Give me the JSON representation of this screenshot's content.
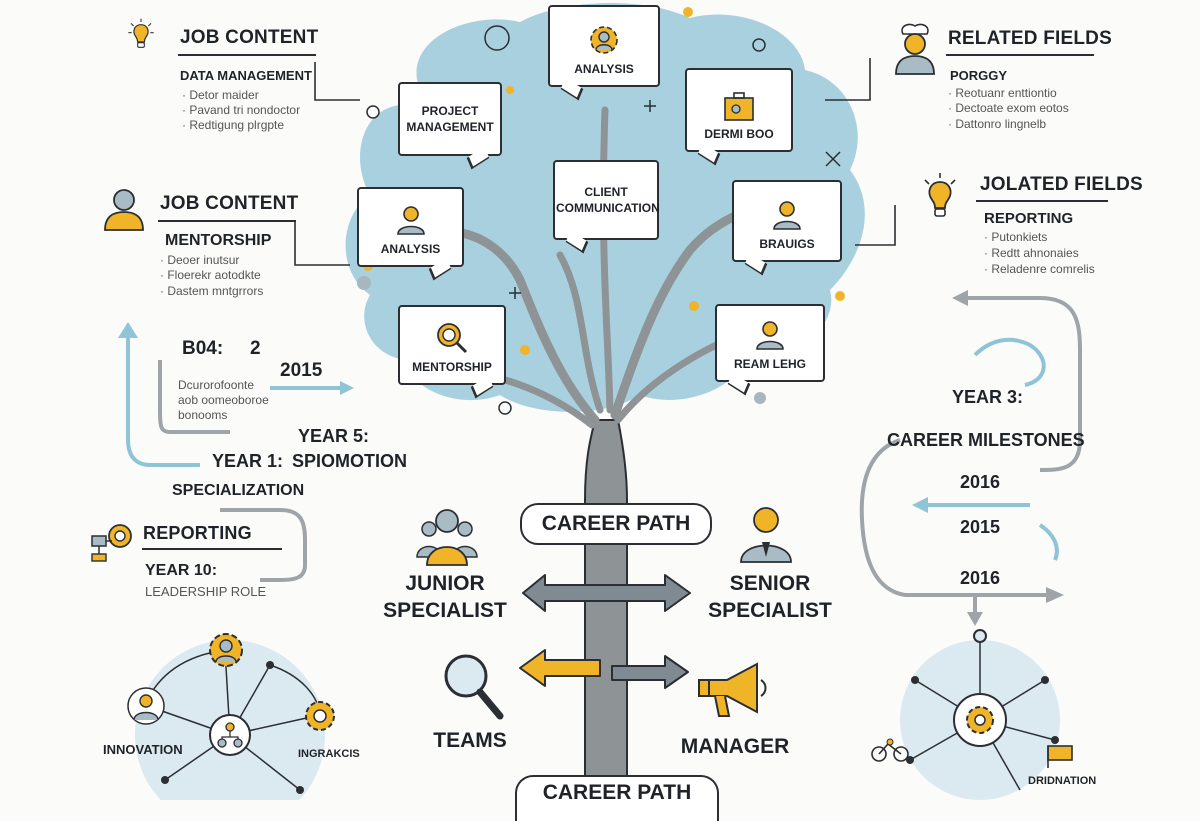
{
  "colors": {
    "canopy": "#a9d0df",
    "trunk": "#8e9396",
    "outline": "#2b2f33",
    "accent": "#f0b429",
    "arrow_blue": "#8fc3d6",
    "arrow_gray": "#9ea4a8",
    "hub_fill": "#dbe9f1"
  },
  "left_top": {
    "icon": "lightbulb-icon",
    "title": "JOB CONTENT",
    "subtitle": "DATA MANAGEMENT",
    "items": [
      "· Detor maider",
      "· Pavand tri nondoctor",
      "· Redtigung plrgpte"
    ]
  },
  "left_mid": {
    "icon": "person-icon",
    "title": "JOB CONTENT",
    "subtitle": "MENTORSHIP",
    "items": [
      "· Deoer inutsur",
      "· Floerekr aotodkte",
      "· Dastem mntgrrors"
    ]
  },
  "right_top": {
    "icon": "chef-person-icon",
    "title": "RELATED FIELDS",
    "subtitle": "PORGGY",
    "items": [
      "· Reotuanr enttiontio",
      "· Dectoate exom eotos",
      "· Dattonro lingnelb"
    ]
  },
  "right_mid": {
    "icon": "lightbulb-icon",
    "title": "JOLATED FIELDS",
    "subtitle": "REPORTING",
    "items": [
      "· Putonkiets",
      "· Redtt ahnonaies",
      "· Reladenre comrelis"
    ]
  },
  "bubbles": [
    {
      "label": "ANALYSIS",
      "icon": "gear-person-icon"
    },
    {
      "label": "PROJECT MANAGEMENT",
      "icon": ""
    },
    {
      "label": "DERMI BOO",
      "icon": "briefcase-icon"
    },
    {
      "label": "CLIENT COMMUNICATION",
      "icon": ""
    },
    {
      "label": "ANALYSIS",
      "icon": "person-icon"
    },
    {
      "label": "BRAUIGS",
      "icon": "person-icon"
    },
    {
      "label": "MENTORSHIP",
      "icon": "search-icon"
    },
    {
      "label": "REAM LEHG",
      "icon": "person-icon"
    }
  ],
  "timeline_left": {
    "line1": "B04:",
    "line1b": "2",
    "year_a": "2015",
    "desc": [
      "Dcurorofoonte",
      "aob oomeoboroe",
      "bonooms"
    ],
    "year5": "YEAR 5:",
    "year1": "YEAR 1:",
    "promo": "SPIOMOTION",
    "special": "SPECIALIZATION"
  },
  "reporting_left": {
    "icon": "org-chart-icon",
    "title": "REPORTING",
    "year10": "YEAR 10:",
    "role": "LEADERSHIP ROLE"
  },
  "timeline_right": {
    "year3": "YEAR 3:",
    "milestones": "CAREER MILESTONES",
    "y1": "2016",
    "y2": "2015",
    "y3": "2016"
  },
  "center": {
    "career_path": "CAREER PATH",
    "junior": "JUNIOR SPECIALIST",
    "senior": "SENIOR SPECIALIST",
    "teams": "TEAMS",
    "manager": "MANAGER",
    "bottom": "CAREER PATH",
    "junior_icon": "team-group-icon",
    "senior_icon": "person-manager-icon",
    "teams_icon": "magnifier-icon",
    "manager_icon": "megaphone-icon"
  },
  "network_left": {
    "left_label": "INNOVATION",
    "right_label": "INGRAKCIS",
    "icons": [
      "gear-person-icon",
      "person-icon",
      "gear-icon",
      "org-chart-icon"
    ]
  },
  "network_right": {
    "label": "DRIDNATION",
    "icons": [
      "gear-icon",
      "bike-icon",
      "flag-icon"
    ]
  }
}
